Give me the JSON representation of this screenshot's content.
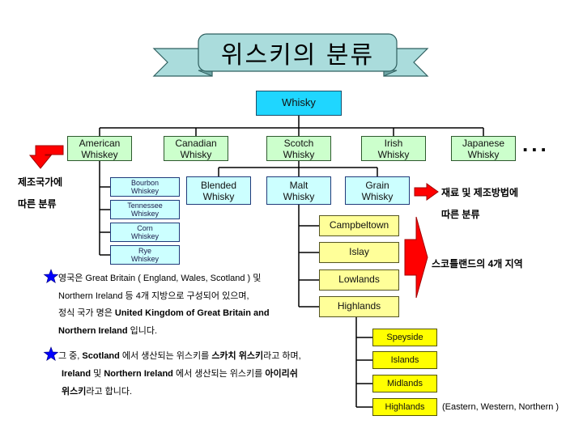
{
  "title": "위스키의 분류",
  "root": "Whisky",
  "by_country": {
    "label": [
      "제조국가에",
      "따른 분류"
    ],
    "items": [
      [
        "American",
        "Whiskey"
      ],
      [
        "Canadian",
        "Whisky"
      ],
      [
        "Scotch",
        "Whisky"
      ],
      [
        "Irish",
        "Whisky"
      ],
      [
        "Japanese",
        "Whisky"
      ]
    ],
    "more": "..."
  },
  "american_types": [
    [
      "Bourbon",
      "Whiskey"
    ],
    [
      "Tennessee",
      "Whiskey"
    ],
    [
      "Corn",
      "Whiskey"
    ],
    [
      "Rye",
      "Whiskey"
    ]
  ],
  "by_method": {
    "label": [
      "재료 및 제조방법에",
      "따른 분류"
    ],
    "items": [
      [
        "Blended",
        "Whisky"
      ],
      [
        "Malt",
        "Whisky"
      ],
      [
        "Grain",
        "Whisky"
      ]
    ]
  },
  "scotland_regions": {
    "label": "스코틀랜드의 4개 지역",
    "items": [
      "Campbeltown",
      "Islay",
      "Lowlands",
      "Highlands"
    ]
  },
  "highlands_subregions": {
    "items": [
      "Speyside",
      "Islands",
      "Midlands",
      "Highlands"
    ],
    "note": "(Eastern, Western, Northern )"
  },
  "notes": [
    [
      [
        "영국은 Great Britain ( England, Wales, Scotland ) 및"
      ],
      [
        "Northern Ireland 등 4개 지방으로 구성되어 있으며,"
      ],
      [
        "정식 국가 명은 ",
        "United Kingdom of Great Britain and"
      ],
      [
        "Northern Ireland",
        " 입니다."
      ]
    ],
    [
      [
        "그 중, ",
        "Scotland",
        " 에서 생산되는 위스키를 ",
        "스카치 위스키",
        "라고 하며,"
      ],
      [
        "Ireland",
        " 및 ",
        "Northern Ireland",
        " 에서 생산되는 위스키를 ",
        "아이리쉬"
      ],
      [
        "위스키",
        "라고 합니다."
      ]
    ]
  ],
  "icons": {
    "note_bullet": "star-icon",
    "category_pointer": "red-block-arrow-icon"
  },
  "colors": {
    "ribbon": "#aadcdc",
    "ribbon_fold": "#6fa6a6",
    "root_box": "#1fd6ff",
    "country_box": "#ccffcc",
    "method_box": "#ccffff",
    "region_box": "#ffff99",
    "subregion_box": "#ffff00",
    "arrow": "#ff0000",
    "star": "#0000ff"
  }
}
